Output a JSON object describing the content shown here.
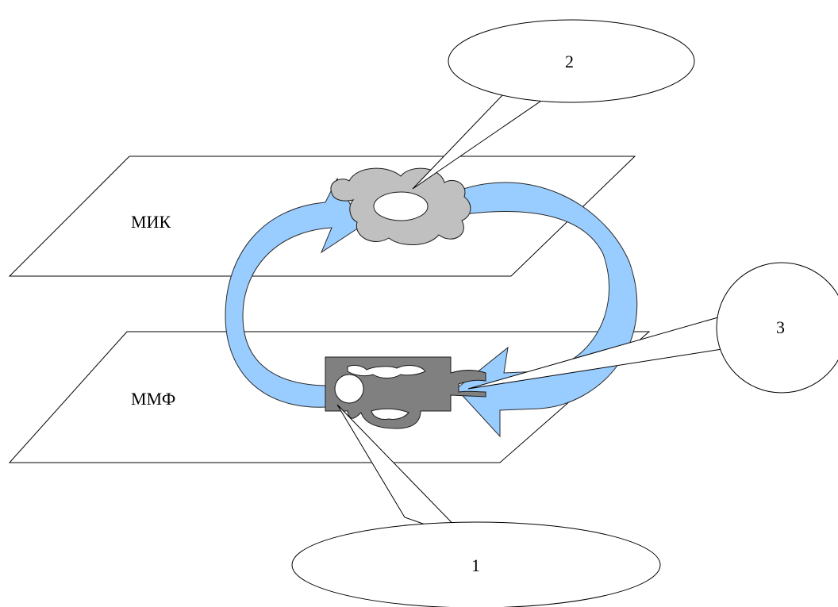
{
  "planes": {
    "upper_label": "МИК",
    "lower_label": "ММФ"
  },
  "callouts": {
    "one": "1",
    "two": "2",
    "three": "3"
  },
  "colors": {
    "arrow_fill": "#99ccff",
    "upper_shape": "#c0c0c0",
    "lower_shape": "#808080",
    "outline": "#000000"
  }
}
